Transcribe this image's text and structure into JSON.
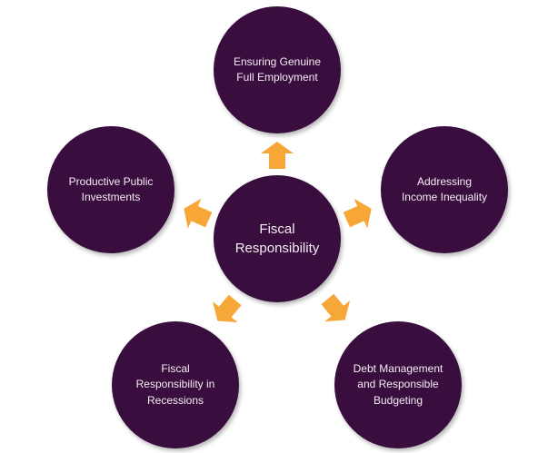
{
  "colors": {
    "node_fill": "#3a0d3f",
    "node_text": "#f4eef3",
    "arrow_fill": "#f7a638",
    "background": "#ffffff"
  },
  "diagram": {
    "center": {
      "label": "Fiscal\nResponsibility"
    },
    "nodes": [
      {
        "id": "employment",
        "label": "Ensuring Genuine\nFull Employment"
      },
      {
        "id": "inequality",
        "label": "Addressing\nIncome Inequality"
      },
      {
        "id": "debt",
        "label": "Debt Management\nand Responsible\nBudgeting"
      },
      {
        "id": "recessions",
        "label": "Fiscal\nResponsibility in\nRecessions"
      },
      {
        "id": "investments",
        "label": "Productive Public\nInvestments"
      }
    ]
  }
}
